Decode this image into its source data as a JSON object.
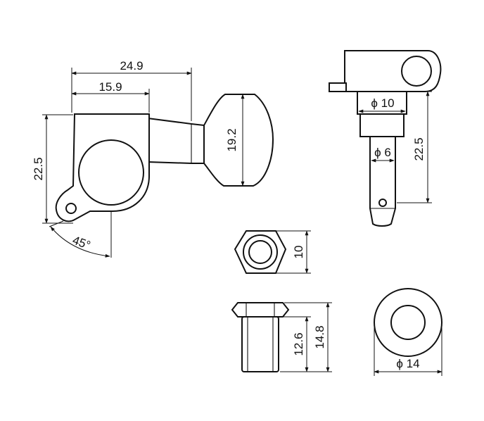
{
  "dimensions": {
    "front_width_total": "24.9",
    "front_width_inner": "15.9",
    "front_height": "22.5",
    "button_height": "19.2",
    "angle": "45°",
    "side_diameter_top": "ϕ 10",
    "side_diameter_shaft": "ϕ 6",
    "side_height": "22.5",
    "nut_size": "10",
    "bushing_height_inner": "12.6",
    "bushing_height_total": "14.8",
    "washer_diameter": "ϕ 14"
  }
}
